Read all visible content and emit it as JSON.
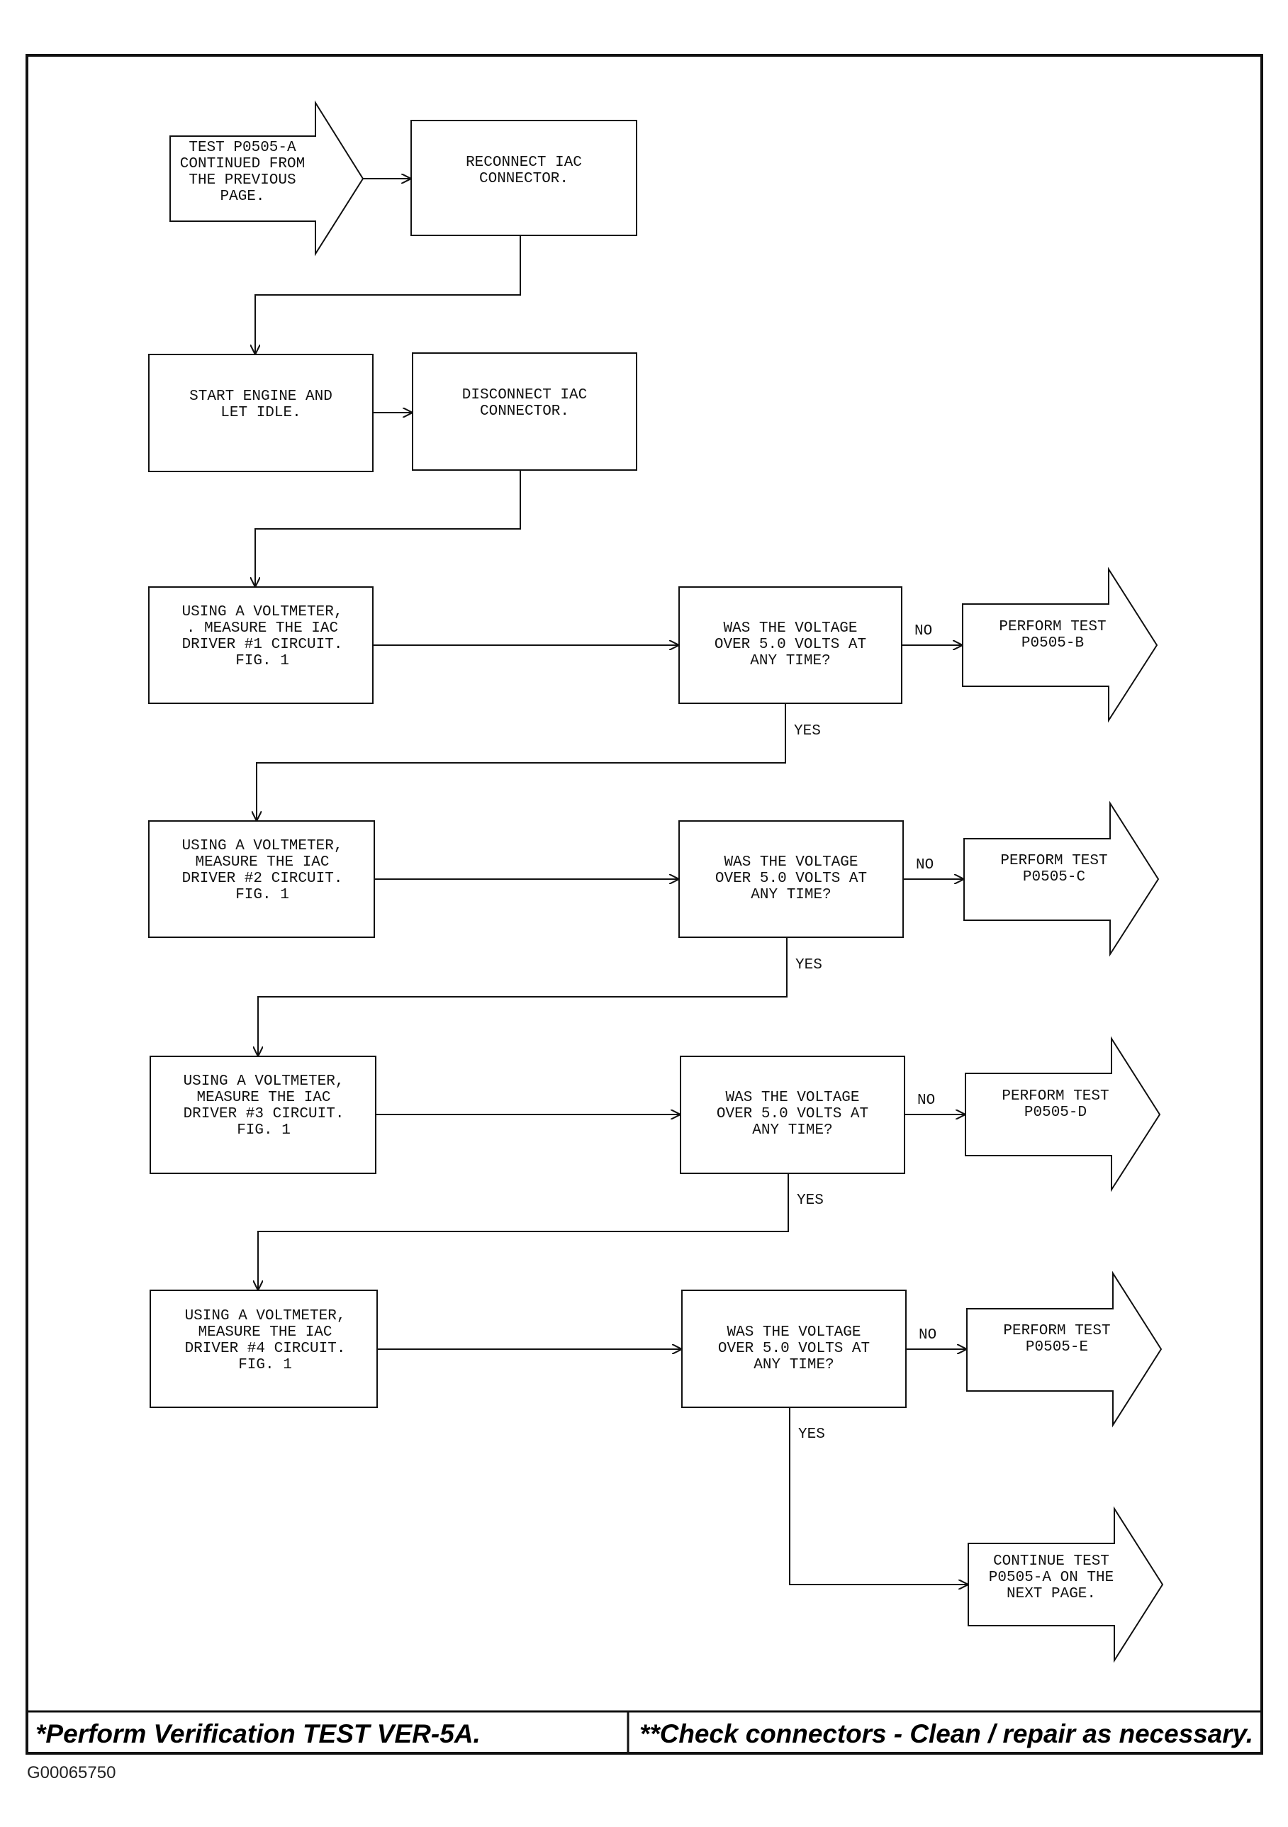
{
  "nodes": {
    "start_arrow": [
      "TEST P0505-A",
      "CONTINUED FROM",
      "THE PREVIOUS",
      "PAGE."
    ],
    "reconnect": [
      "RECONNECT IAC",
      "CONNECTOR."
    ],
    "start_engine": [
      "START ENGINE AND",
      "LET IDLE."
    ],
    "disconnect": [
      "DISCONNECT IAC",
      "CONNECTOR."
    ],
    "measure1": [
      "USING A VOLTMETER,",
      ". MEASURE THE IAC",
      "DRIVER #1 CIRCUIT.",
      "",
      "FIG. 1"
    ],
    "question1": [
      "WAS THE VOLTAGE",
      "OVER 5.0 VOLTS AT",
      "ANY TIME?"
    ],
    "perform_b": [
      "PERFORM TEST",
      "P0505-B"
    ],
    "measure2": [
      "USING A VOLTMETER,",
      "MEASURE THE IAC",
      "DRIVER #2 CIRCUIT.",
      "",
      "FIG. 1"
    ],
    "question2": [
      "WAS THE VOLTAGE",
      "OVER 5.0 VOLTS AT",
      "ANY TIME?"
    ],
    "perform_c": [
      "PERFORM TEST",
      "P0505-C"
    ],
    "measure3": [
      "USING A VOLTMETER,",
      "MEASURE THE IAC",
      "DRIVER #3 CIRCUIT.",
      "",
      "FIG. 1"
    ],
    "question3": [
      "WAS THE VOLTAGE",
      "OVER 5.0 VOLTS AT",
      "ANY TIME?"
    ],
    "perform_d": [
      "PERFORM TEST",
      "P0505-D"
    ],
    "measure4": [
      "USING A VOLTMETER,",
      "MEASURE THE IAC",
      "DRIVER #4 CIRCUIT.",
      "",
      "FIG. 1"
    ],
    "question4": [
      "WAS THE VOLTAGE",
      "OVER 5.0 VOLTS AT",
      "ANY TIME?"
    ],
    "perform_e": [
      "PERFORM TEST",
      "P0505-E"
    ],
    "continue_next": [
      "CONTINUE TEST",
      "P0505-A ON THE",
      "NEXT PAGE."
    ]
  },
  "branch_labels": {
    "no": "NO",
    "yes": "YES"
  },
  "footer": {
    "left": "*Perform Verification TEST VER-5A.",
    "right": "**Check connectors - Clean / repair as necessary."
  },
  "figure_code": "G00065750"
}
